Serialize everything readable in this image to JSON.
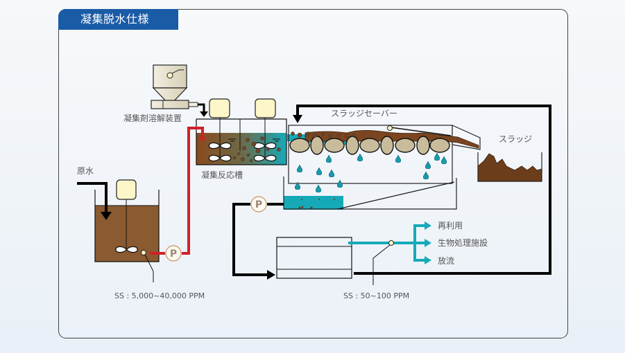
{
  "title": "凝集脱水仕様",
  "labels": {
    "coagulant_device": "凝集剤溶解装置",
    "reaction_tank": "凝集反応槽",
    "raw_water": "原水",
    "sludge_saver": "スラッジセーバー",
    "sludge": "スラッジ",
    "ss_inlet": "SS : 5,000~40,000 PPM",
    "ss_outlet": "SS : 50~100 PPM",
    "pump_symbol": "P"
  },
  "outputs": [
    {
      "label": "再利用"
    },
    {
      "label": "生物処理施設"
    },
    {
      "label": "放流"
    }
  ],
  "colors": {
    "title_bg": "#1a5ba6",
    "water": "#16aab8",
    "sludge": "#6b3d1b",
    "raw_water_tank": "#8a5a30",
    "pipe_red": "#d0202a",
    "pipe_black": "#000000",
    "motor": "#fdf6c8",
    "roller": "#c9bc9b"
  }
}
